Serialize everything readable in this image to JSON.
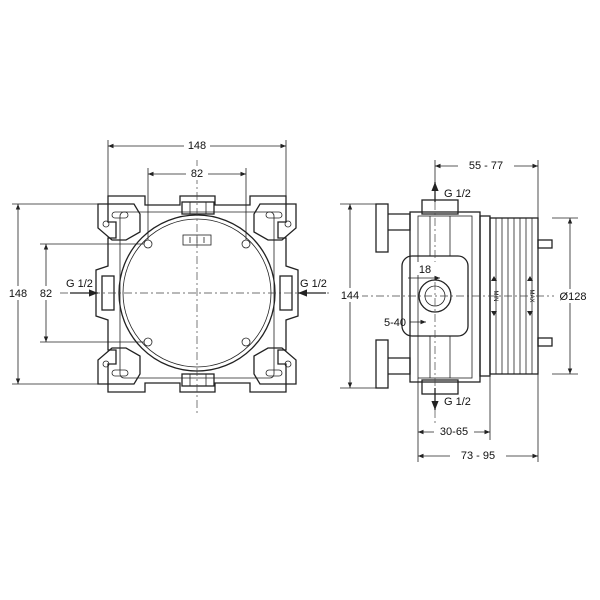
{
  "front_view": {
    "dim_width_outer": "148",
    "dim_width_inner": "82",
    "dim_height_outer": "148",
    "dim_height_inner": "82",
    "inlet_left": "G 1/2",
    "inlet_right": "G 1/2"
  },
  "side_view": {
    "dim_depth_range": "55 - 77",
    "outlet_top": "G 1/2",
    "dim_height": "144",
    "dim_port": "18",
    "dim_offset": "5-40",
    "dim_diameter": "Ø128",
    "label_min": "MIN",
    "label_max": "MAX",
    "outlet_bottom": "G 1/2",
    "dim_install_range": "30-65",
    "dim_total_range": "73 - 95"
  }
}
